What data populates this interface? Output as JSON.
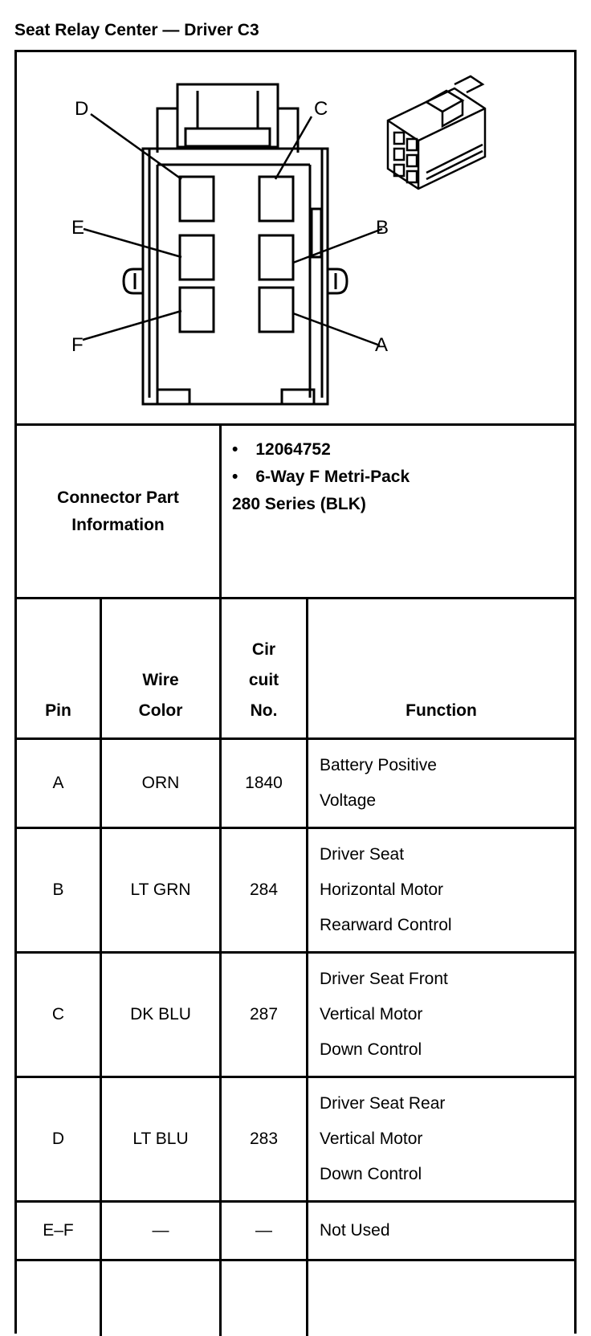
{
  "title": "Seat Relay Center — Driver C3",
  "diagram": {
    "pin_labels": {
      "A": "A",
      "B": "B",
      "C": "C",
      "D": "D",
      "E": "E",
      "F": "F"
    }
  },
  "part_info": {
    "label_line1": "Connector Part",
    "label_line2": "Information",
    "bullet": "•",
    "item1": "12064752",
    "item2": "6-Way F Metri-Pack",
    "item3": "280 Series (BLK)"
  },
  "headers": {
    "pin": "Pin",
    "wire_color_1": "Wire",
    "wire_color_2": "Color",
    "circuit_1": "Cir",
    "circuit_2": "cuit",
    "circuit_3": "No.",
    "function": "Function"
  },
  "rows": [
    {
      "pin": "A",
      "color": "ORN",
      "circuit": "1840",
      "function": [
        "Battery Positive",
        "Voltage"
      ]
    },
    {
      "pin": "B",
      "color": "LT GRN",
      "circuit": "284",
      "function": [
        "Driver Seat",
        "Horizontal Motor",
        "Rearward Control"
      ]
    },
    {
      "pin": "C",
      "color": "DK BLU",
      "circuit": "287",
      "function": [
        "Driver Seat Front",
        "Vertical Motor",
        "Down Control"
      ]
    },
    {
      "pin": "D",
      "color": "LT BLU",
      "circuit": "283",
      "function": [
        "Driver Seat Rear",
        "Vertical Motor",
        "Down Control"
      ]
    },
    {
      "pin": "E–F",
      "color": "—",
      "circuit": "—",
      "function": [
        "Not Used"
      ]
    }
  ]
}
